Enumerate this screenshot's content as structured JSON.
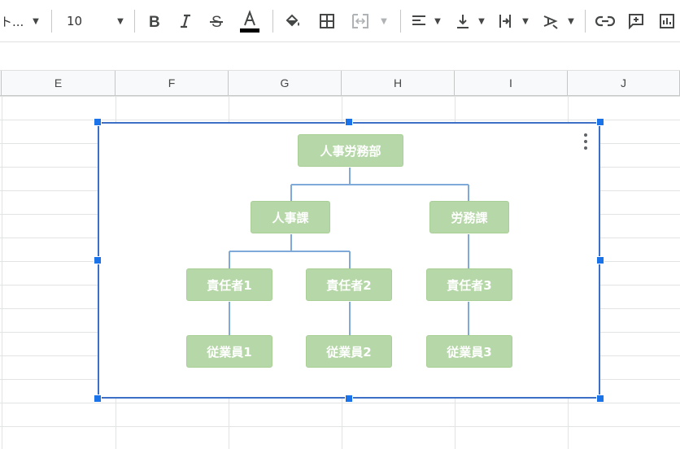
{
  "toolbar": {
    "font_name": "ト...",
    "font_size": "10",
    "items": [
      {
        "name": "bold-button",
        "icon": "bold-icon"
      },
      {
        "name": "italic-button",
        "icon": "italic-icon"
      },
      {
        "name": "strikethrough-button",
        "icon": "strikethrough-icon"
      },
      {
        "name": "text-color-button",
        "icon": "text-color-icon"
      },
      {
        "name": "fill-color-button",
        "icon": "fill-color-icon"
      },
      {
        "name": "borders-button",
        "icon": "borders-icon"
      },
      {
        "name": "merge-cells-button",
        "icon": "merge-cells-icon"
      },
      {
        "name": "horizontal-align-button",
        "icon": "align-left-icon"
      },
      {
        "name": "vertical-align-button",
        "icon": "vertical-align-bottom-icon"
      },
      {
        "name": "text-wrapping-button",
        "icon": "text-wrap-icon"
      },
      {
        "name": "text-rotation-button",
        "icon": "text-rotation-icon"
      },
      {
        "name": "insert-link-button",
        "icon": "link-icon"
      },
      {
        "name": "insert-comment-button",
        "icon": "comment-add-icon"
      },
      {
        "name": "insert-chart-button",
        "icon": "chart-icon"
      }
    ]
  },
  "columns": [
    "E",
    "F",
    "G",
    "H",
    "I",
    "J"
  ],
  "colors": {
    "node_fill": "#b6d7a8",
    "connector": "#6fa8dc",
    "selection": "#1a73e8"
  },
  "org_chart": {
    "root": "人事労務部",
    "level1": [
      "人事課",
      "労務課"
    ],
    "level2": [
      "責任者1",
      "責任者2",
      "責任者3"
    ],
    "level3": [
      "従業員1",
      "従業員2",
      "従業員3"
    ]
  }
}
